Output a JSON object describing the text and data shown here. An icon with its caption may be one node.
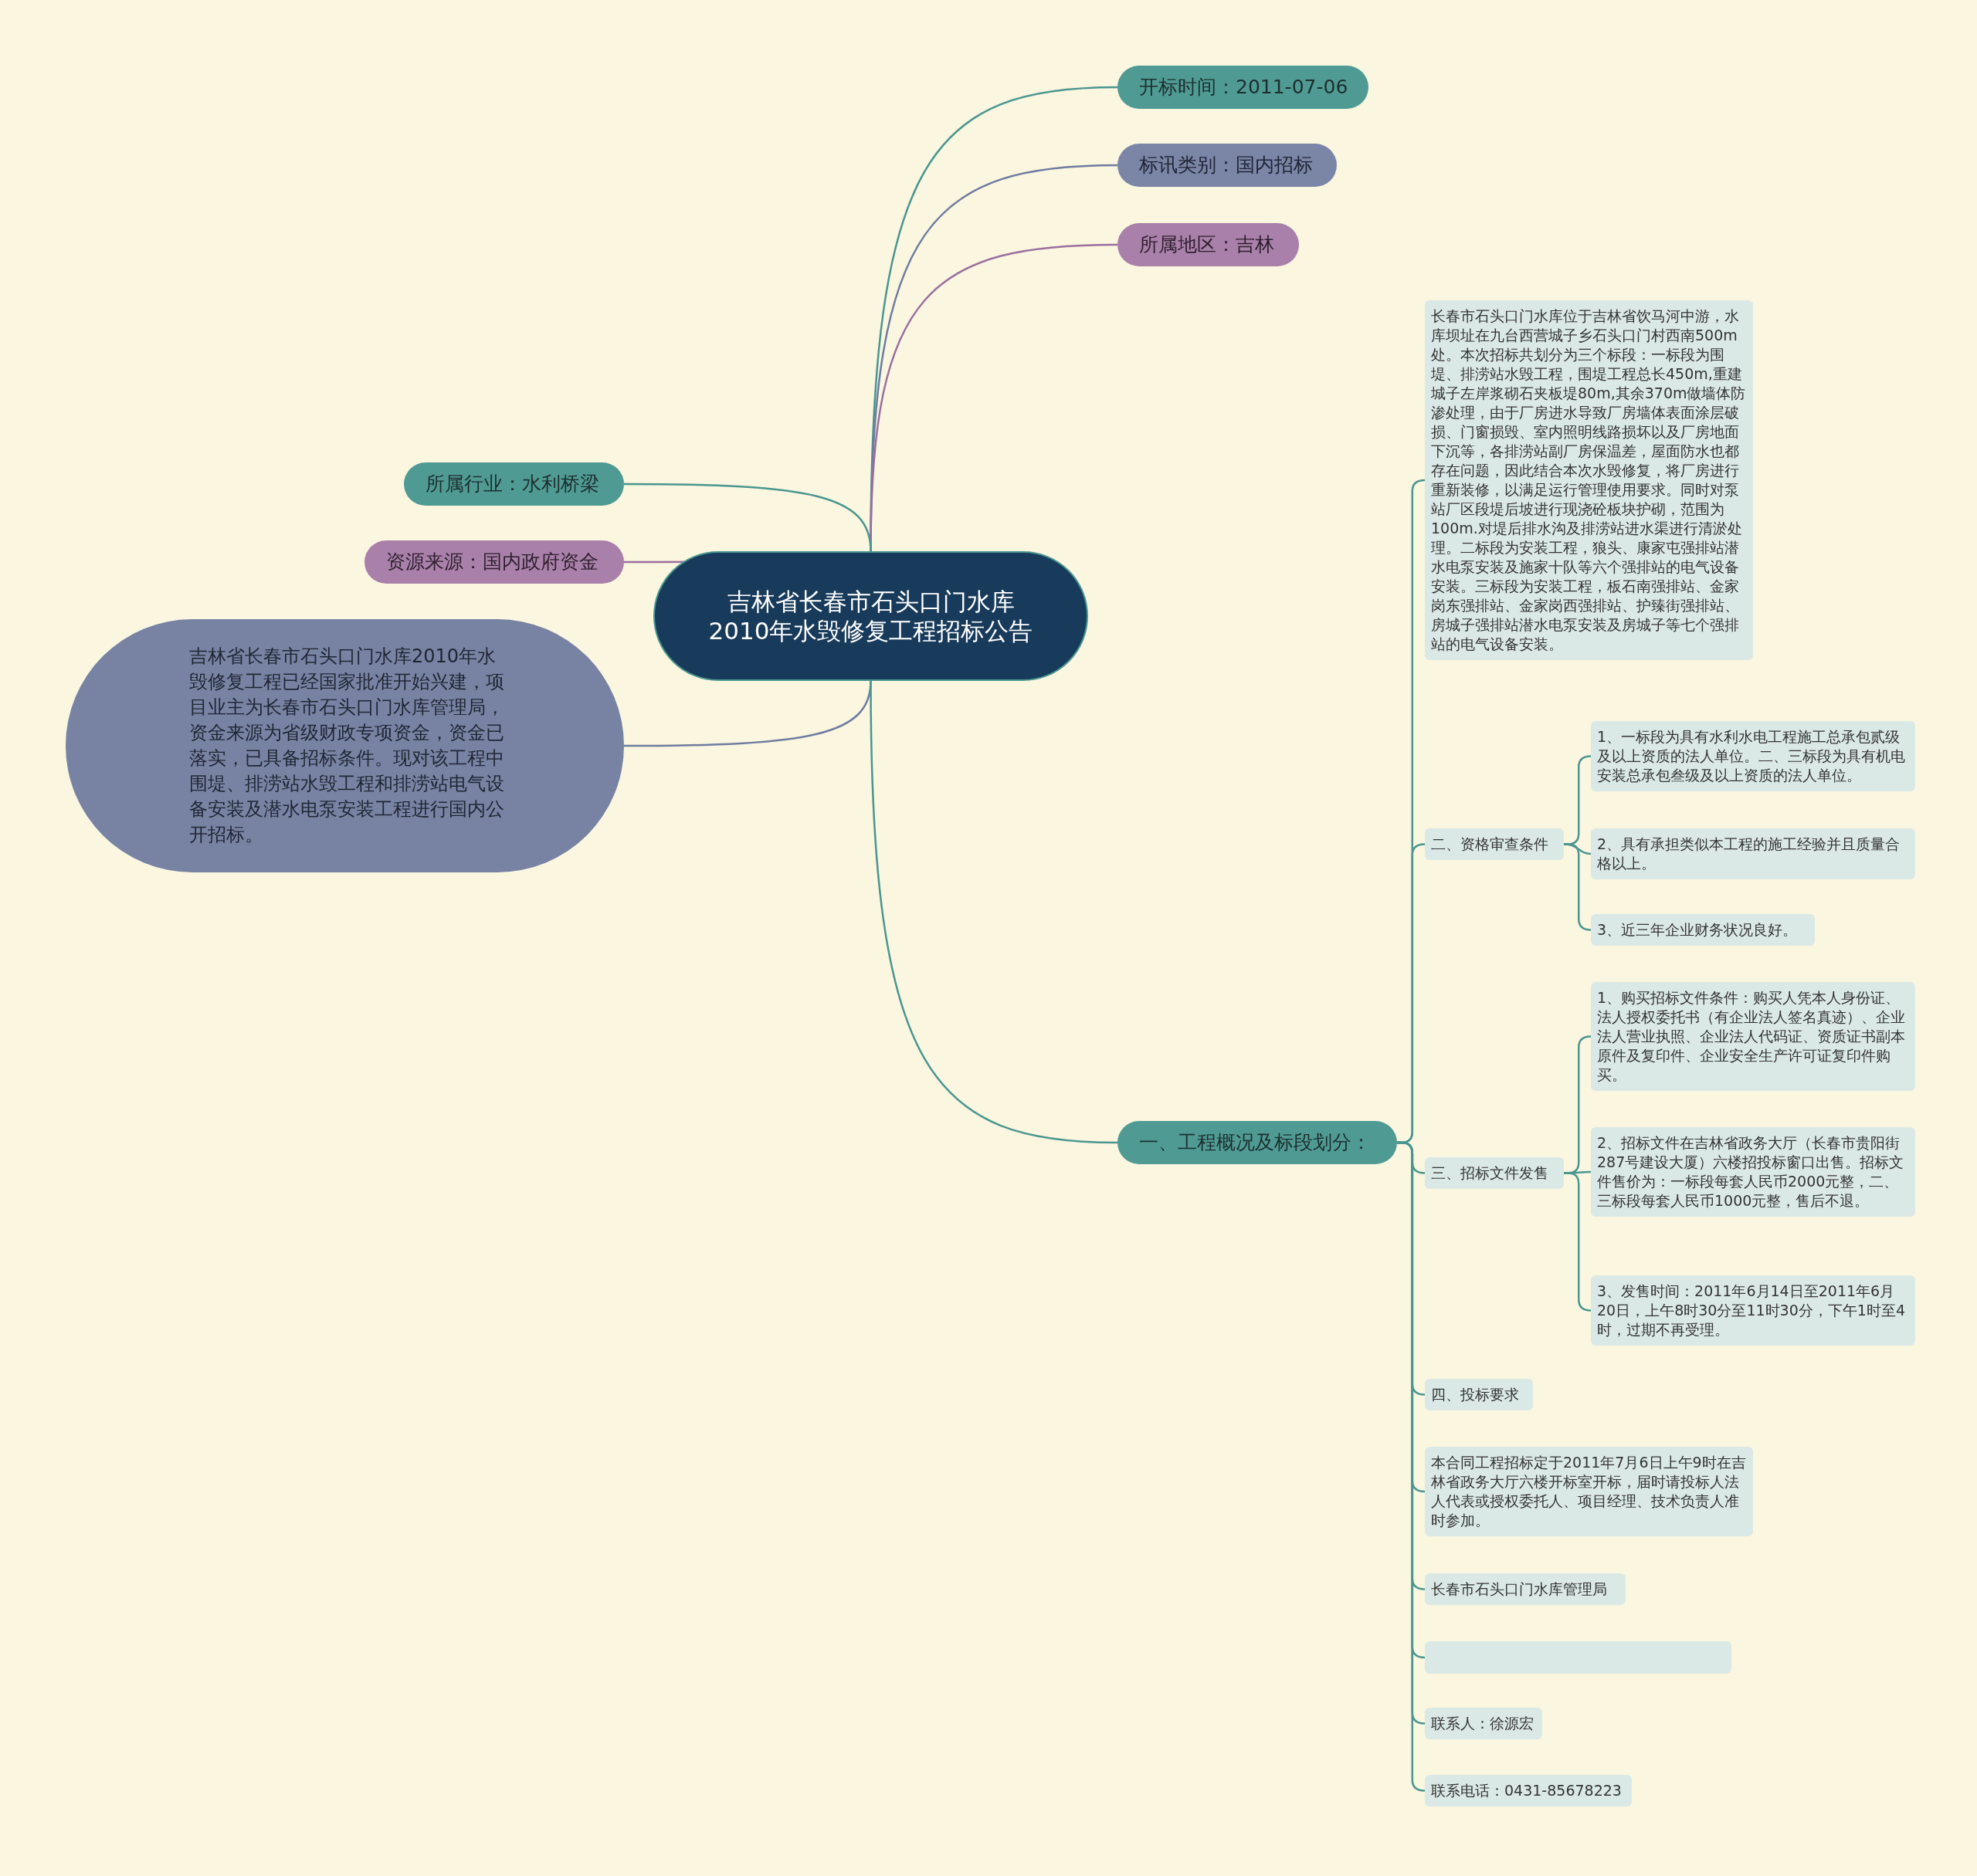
{
  "diagram": {
    "nodes": [
      {
        "text": [
          "吉林省长春市石头口门水库2010年水毁修复工程招标公告"
        ]
      },
      {
        "text": [
          "开标时间：2011-07-06"
        ]
      },
      {
        "text": [
          "标讯类别：国内招标"
        ]
      },
      {
        "text": [
          "所属地区：吉林"
        ]
      },
      {
        "text": [
          "所属行业：水利桥梁"
        ]
      },
      {
        "text": [
          "资源来源：国内政府资金"
        ]
      },
      {
        "text": [
          "吉林省长春市石头口门水库2010年水毁修复工程已经国家批准开始兴建，项目业主为长春市石头口门水库管理局，资金来源为省级财政专项资金，资金已落实，已具备招标条件。现对该工程中围堤、排涝站水毁工程和排涝站电气设备安装及潜水电泵安装工程进行国内公开招标。"
        ]
      },
      {
        "text": [
          "一、工程概况及标段划分："
        ]
      },
      {
        "text": [
          "长春市石头口门水库位于吉林省饮马河中游，水库坝址在九台西营城子乡石头口门村西南500m处。本次招标共划分为三个标段：一标段为围堤、排涝站水毁工程，围堤工程总长450m,重建城子左岸浆砌石夹板堤80m,其余370m做墙体防渗处理，由于厂房进水导致厂房墙体表面涂层破损、门窗损毁、室内照明线路损坏以及厂房地面下沉等，各排涝站副厂房保温差，屋面防水也都存在问题，因此结合本次水毁修复，将厂房进行重新装修，以满足运行管理使用要求。同时对泵站厂区段堤后坡进行现浇砼板块护砌，范围为100m.对堤后排水沟及排涝站进水渠进行清淤处理。二标段为安装工程，狼头、康家屯强排站潜水电泵安装及施家十队等六个强排站的电气设备安装。三标段为安装工程，板石南强排站、金家岗东强排站、金家岗西强排站、护臻街强排站、房城子强排站潜水电泵安装及房城子等七个强排站的电气设备安装。"
        ]
      },
      {
        "text": [
          "二、资格审查条件"
        ]
      },
      {
        "text": [
          "1、一标段为具有水利水电工程施工总承包贰级及以上资质的法人单位。二、三标段为具有机电安装总承包叁级及以上资质的法人单位。"
        ]
      },
      {
        "text": [
          "2、具有承担类似本工程的施工经验并且质量合格以上。"
        ]
      },
      {
        "text": [
          "3、近三年企业财务状况良好。"
        ]
      },
      {
        "text": [
          "三、招标文件发售"
        ]
      },
      {
        "text": [
          "1、购买招标文件条件：购买人凭本人身份证、法人授权委托书（有企业法人签名真迹）、企业法人营业执照、企业法人代码证、资质证书副本原件及复印件、企业安全生产许可证复印件购买。"
        ]
      },
      {
        "text": [
          "2、招标文件在吉林省政务大厅（长春市贵阳街287号建设大厦）六楼招投标窗口出售。招标文件售价为：一标段每套人民币2000元整，二、三标段每套人民币1000元整，售后不退。"
        ]
      },
      {
        "text": [
          "3、发售时间：2011年6月14日至2011年6月20日，上午8时30分至11时30分，下午1时至4时，过期不再受理。"
        ]
      },
      {
        "text": [
          "四、投标要求"
        ]
      },
      {
        "text": [
          "本合同工程招标定于2011年7月6日上午9时在吉林省政务大厅六楼开标室开标，届时请投标人法人代表或授权委托人、项目经理、技术负责人准时参加。"
        ]
      },
      {
        "text": [
          "长春市石头口门水库管理局"
        ]
      },
      {
        "text": [],
        "shape": "box"
      },
      {
        "text": [
          "联系人：徐源宏"
        ]
      },
      {
        "text": [
          "联系电话：0431-85678223"
        ]
      }
    ],
    "edges": [
      {
        "from": 0,
        "to": 1,
        "arrow": "none"
      },
      {
        "from": 0,
        "to": 2,
        "arrow": "none",
        "color": "#6f7ca0"
      },
      {
        "from": 0,
        "to": 3,
        "arrow": "none",
        "color": "#9a6fa0"
      },
      {
        "from": 0,
        "to": 4,
        "arrow": "none"
      },
      {
        "from": 0,
        "to": 5,
        "arrow": "none",
        "color": "#9a6fa0"
      },
      {
        "from": 0,
        "to": 6,
        "arrow": "none",
        "color": "#6f7ca0"
      },
      {
        "from": 0,
        "to": 7,
        "arrow": "none"
      },
      {
        "from": 7,
        "to": 8,
        "arrow": "none"
      },
      {
        "from": 7,
        "to": 9,
        "arrow": "none"
      },
      {
        "from": 9,
        "to": 10,
        "arrow": "none"
      },
      {
        "from": 9,
        "to": 11,
        "arrow": "none"
      },
      {
        "from": 9,
        "to": 12,
        "arrow": "none"
      },
      {
        "from": 7,
        "to": 13,
        "arrow": "none"
      },
      {
        "from": 13,
        "to": 14,
        "arrow": "none"
      },
      {
        "from": 13,
        "to": 15,
        "arrow": "none"
      },
      {
        "from": 13,
        "to": 16,
        "arrow": "none"
      },
      {
        "from": 7,
        "to": 17,
        "arrow": "none"
      },
      {
        "from": 7,
        "to": 18,
        "arrow": "none"
      },
      {
        "from": 7,
        "to": 19,
        "arrow": "none"
      },
      {
        "from": 7,
        "to": 20,
        "arrow": "none"
      },
      {
        "from": 7,
        "to": 21,
        "arrow": "none"
      },
      {
        "from": 7,
        "to": 22,
        "arrow": "none"
      }
    ]
  }
}
